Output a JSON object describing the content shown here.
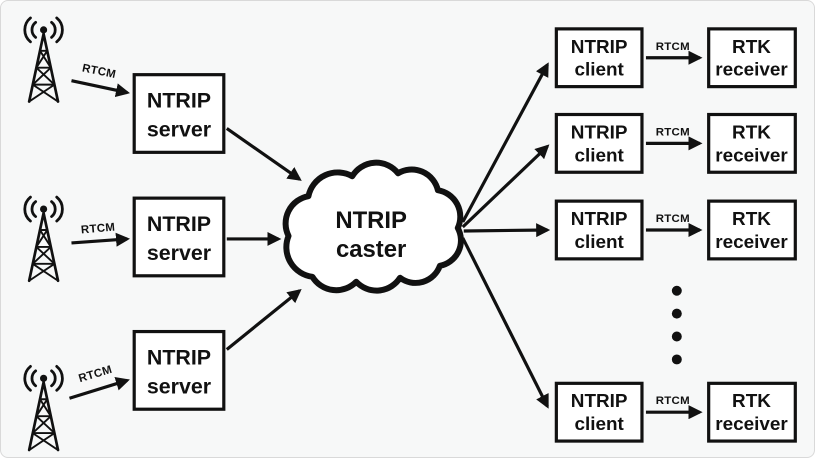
{
  "diagram": {
    "background_color": "#f7f8f8",
    "line_color": "#111111",
    "box_fill": "#ffffff",
    "rtcm_label": "RTCM",
    "caster": {
      "line1": "NTRIP",
      "line2": "caster"
    },
    "servers": [
      {
        "line1": "NTRIP",
        "line2": "server"
      },
      {
        "line1": "NTRIP",
        "line2": "server"
      },
      {
        "line1": "NTRIP",
        "line2": "server"
      }
    ],
    "clients": [
      {
        "line1": "NTRIP",
        "line2": "client"
      },
      {
        "line1": "NTRIP",
        "line2": "client"
      },
      {
        "line1": "NTRIP",
        "line2": "client"
      },
      {
        "line1": "NTRIP",
        "line2": "client"
      }
    ],
    "receivers": [
      {
        "line1": "RTK",
        "line2": "receiver"
      },
      {
        "line1": "RTK",
        "line2": "receiver"
      },
      {
        "line1": "RTK",
        "line2": "receiver"
      },
      {
        "line1": "RTK",
        "line2": "receiver"
      }
    ]
  }
}
